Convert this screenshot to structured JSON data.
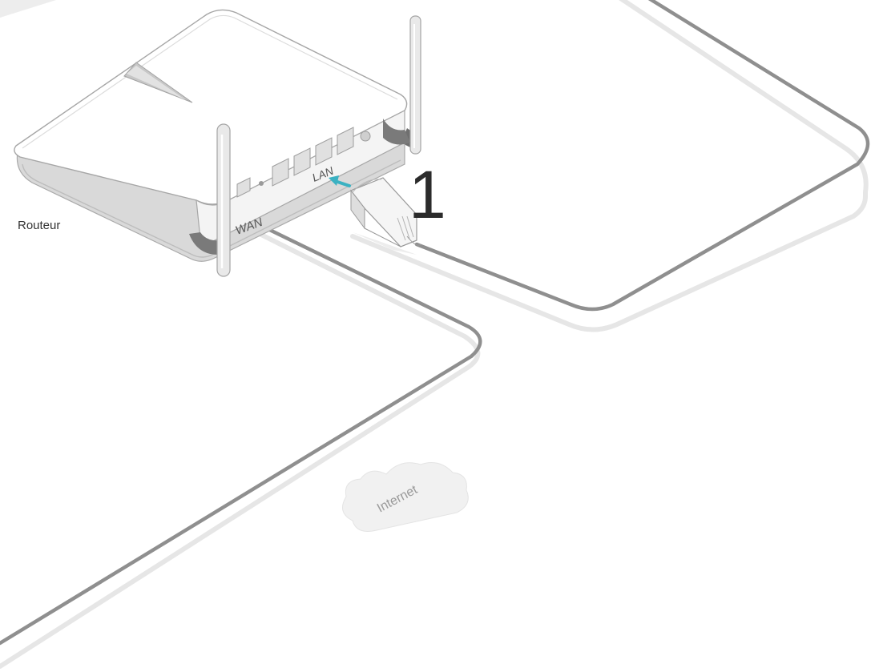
{
  "labels": {
    "router": "Routeur",
    "wan": "WAN",
    "lan": "LAN",
    "step": "1",
    "internet": "Internet"
  },
  "colors": {
    "cable": "#8c8c8c",
    "cable_shadow": "#e3e3e3",
    "router_body": "#ffffff",
    "router_outline": "#9a9a9a",
    "arrow": "#3ab1c2",
    "cloud": "#f2f2f2"
  },
  "icons": [
    "router",
    "antenna",
    "ethernet-plug",
    "cloud",
    "arrow"
  ]
}
